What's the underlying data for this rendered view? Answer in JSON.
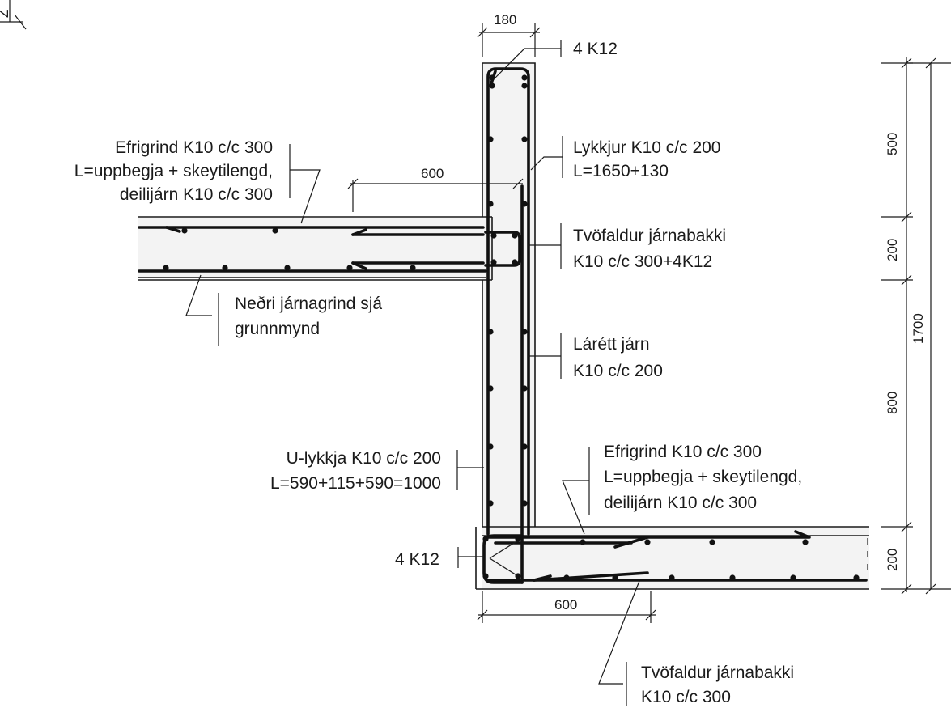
{
  "corner_mark": "Z",
  "dimensions": {
    "wall_thickness": "180",
    "top_slab_overlap": "600",
    "bottom_slab_overlap": "600",
    "right_500": "500",
    "right_200_top": "200",
    "right_800": "800",
    "right_200_bottom": "200",
    "right_total": "1700"
  },
  "labels": {
    "top_bars": "4 K12",
    "loops_line1": "Lykkjur K10 c/c 200",
    "loops_line2": "L=1650+130",
    "upper_grid_line1": "Efrigrind K10 c/c 300",
    "upper_grid_line2": "L=uppbegja + skeytilengd,",
    "upper_grid_line3": "deilijárn K10 c/c 300",
    "double_tray_line1": "Tvöfaldur járnabakki",
    "double_tray_line2": "K10 c/c 300+4K12",
    "lower_grid_line1": "Neðri járnagrind sjá",
    "lower_grid_line2": "grunnmynd",
    "horizontal_line1": "Lárétt járn",
    "horizontal_line2": "K10 c/c 200",
    "u_loop_line1": "U-lykkja K10 c/c 200",
    "u_loop_line2": "L=590+115+590=1000",
    "bottom_bars": "4 K12",
    "bottom_grid_line1": "Efrigrind K10 c/c 300",
    "bottom_grid_line2": "L=uppbegja + skeytilengd,",
    "bottom_grid_line3": "deilijárn K10 c/c 300",
    "bottom_tray_line1": "Tvöfaldur járnabakki",
    "bottom_tray_line2": "K10 c/c 300"
  }
}
